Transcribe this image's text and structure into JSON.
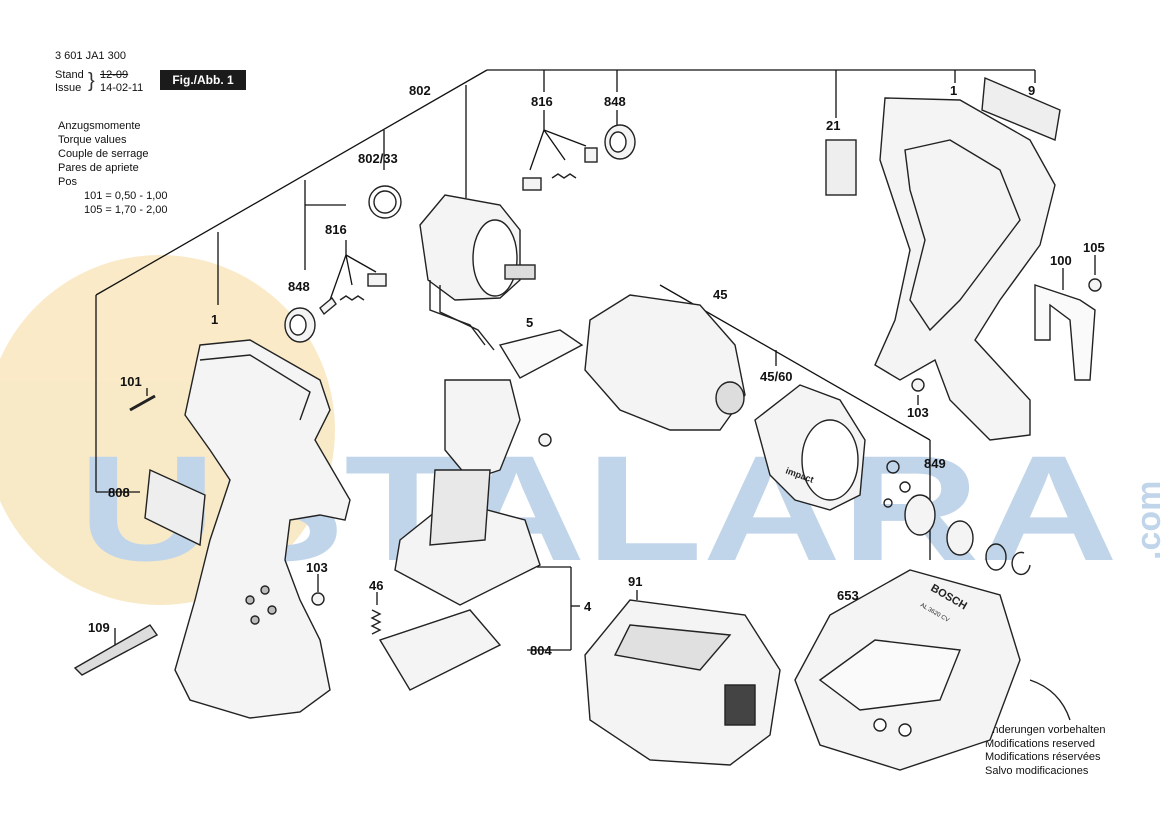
{
  "header": {
    "doc_number": "3 601 JA1 300",
    "stand_label": "Stand",
    "issue_label": "Issue",
    "stand_date": "12-09",
    "issue_date": "14-02-11",
    "figure_label": "Fig./Abb. 1"
  },
  "torque": {
    "titles": [
      "Anzugsmomente",
      "Torque values",
      "Couple de serrage",
      "Pares de apriete"
    ],
    "pos_label": "Pos",
    "values": [
      "101 =  0,50 - 1,00",
      "105 =  1,70 - 2,00"
    ]
  },
  "modifications": [
    "Änderungen vorbehalten",
    "Modifications reserved",
    "Modifications réservées",
    "Salvo modificaciones"
  ],
  "watermark": {
    "main": "USTALARA",
    "suffix": ".com",
    "color": "#8fb3d9",
    "circle_color": "#f5d99a"
  },
  "callouts": {
    "c802": "802",
    "c816a": "816",
    "c848a": "848",
    "c1a": "1",
    "c9": "9",
    "c802_33": "802/33",
    "c21": "21",
    "c816b": "816",
    "c848b": "848",
    "c1b": "1",
    "c101": "101",
    "c5": "5",
    "c45": "45",
    "c105": "105",
    "c100": "100",
    "c45_60": "45/60",
    "c103a": "103",
    "c808": "808",
    "c849": "849",
    "c103b": "103",
    "c46": "46",
    "c4": "4",
    "c91": "91",
    "c653": "653",
    "c109": "109",
    "c804": "804"
  },
  "labels": {
    "charger_brand": "BOSCH",
    "charger_model": "AL 3620 CV",
    "housing_brand": "impact"
  }
}
